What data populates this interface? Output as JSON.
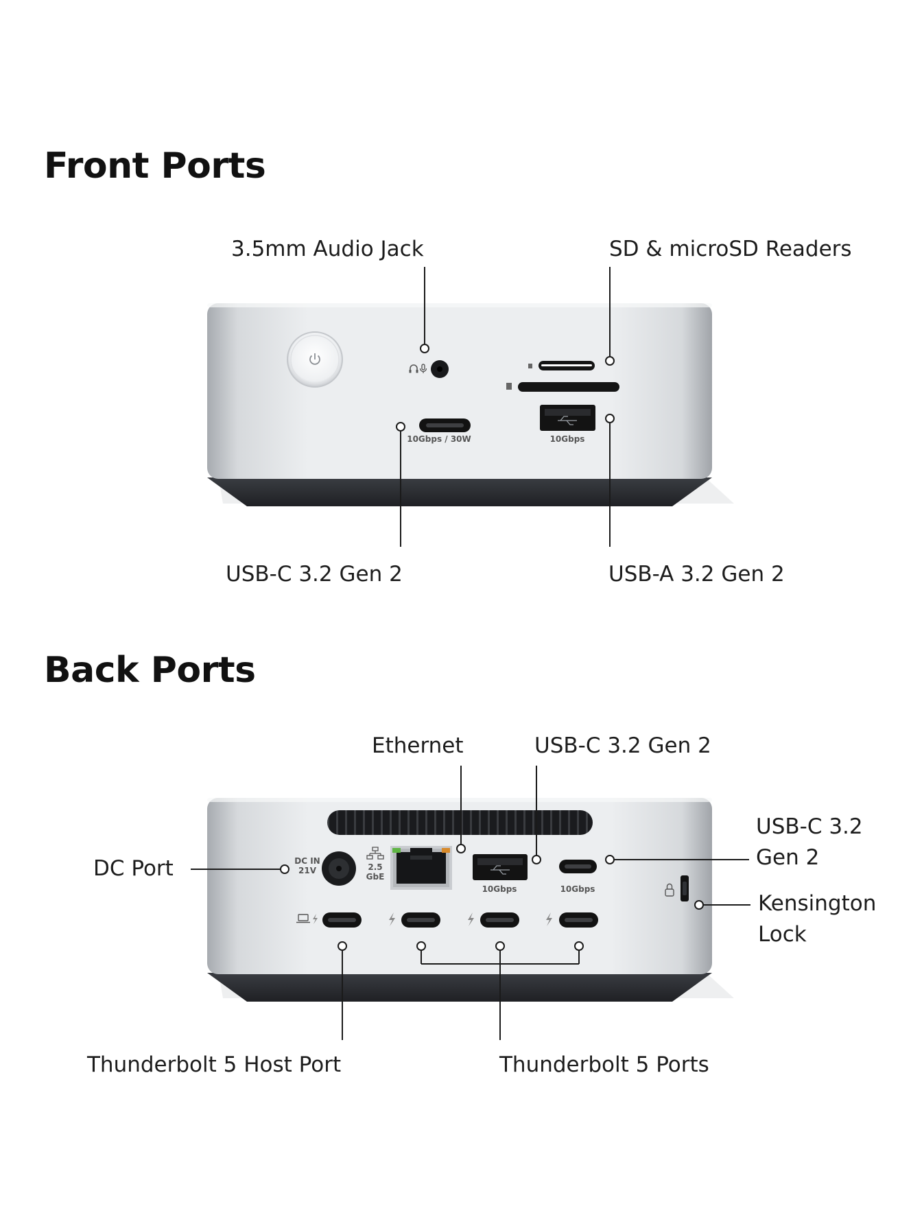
{
  "front": {
    "title": "Front Ports",
    "labels": {
      "audio": "3.5mm Audio Jack",
      "sd": "SD & microSD Readers",
      "usbc": "USB-C 3.2 Gen 2",
      "usba": "USB-A 3.2 Gen 2"
    },
    "port_text": {
      "usbc": "10Gbps / 30W",
      "usba": "10Gbps"
    }
  },
  "back": {
    "title": "Back Ports",
    "labels": {
      "ethernet": "Ethernet",
      "usbc_top": "USB-C 3.2 Gen 2",
      "usbc_right_line1": "USB-C 3.2",
      "usbc_right_line2": "Gen 2",
      "dc": "DC Port",
      "kensington_line1": "Kensington",
      "kensington_line2": "Lock",
      "tb_host": "Thunderbolt 5 Host Port",
      "tb_ports": "Thunderbolt 5 Ports"
    },
    "port_text": {
      "dc_line1": "DC IN",
      "dc_line2": "21V",
      "lan_line1": "2.5",
      "lan_line2": "GbE",
      "usba": "10Gbps",
      "usbc": "10Gbps"
    }
  },
  "icons": [
    "power-icon",
    "headphone-icon",
    "microphone-icon",
    "network-icon",
    "laptop-icon",
    "thunderbolt-icon",
    "lock-icon"
  ],
  "colors": {
    "body_silver": "#d9dcdf",
    "face_silver": "#eef0f2",
    "base_dark": "#2b2d31",
    "port_black": "#111111",
    "led_green": "#5fb544",
    "led_orange": "#d88a2a"
  }
}
